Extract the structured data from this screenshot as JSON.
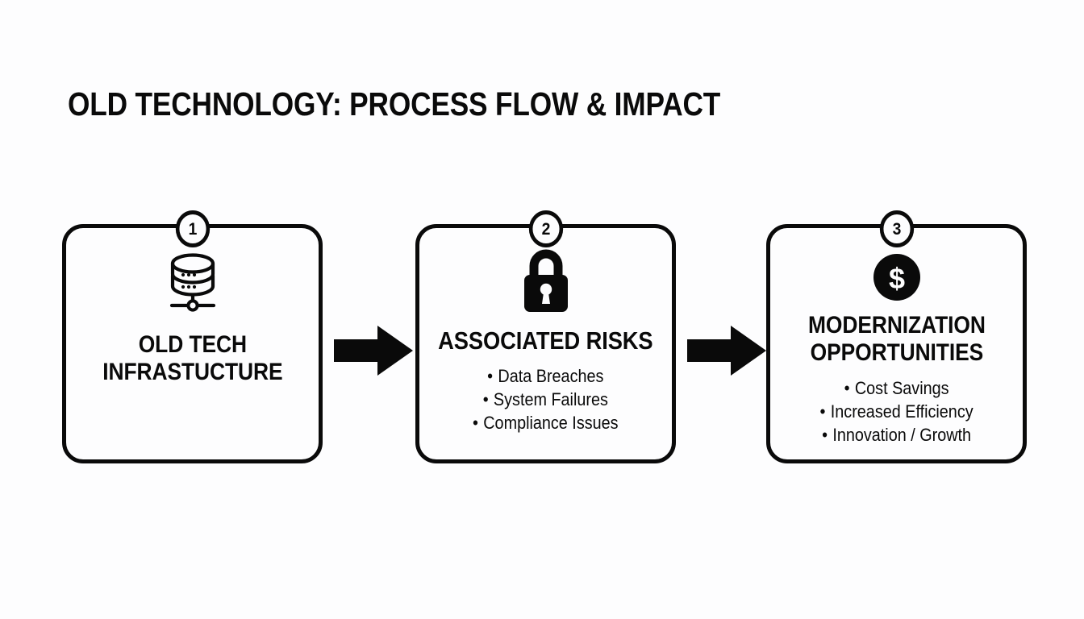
{
  "slide": {
    "title": "OLD TECHNOLOGY: PROCESS FLOW & IMPACT",
    "background_color": "#fdfdfe",
    "ink_color": "#0a0a0a"
  },
  "flow": {
    "steps": [
      {
        "number": "1",
        "icon": "database-stack-icon",
        "heading_line1": "OLD TECH",
        "heading_line2": "INFRASTUCTURE",
        "bullets": []
      },
      {
        "number": "2",
        "icon": "padlock-icon",
        "heading_line1": "ASSOCIATED RISKS",
        "heading_line2": "",
        "bullets": [
          "Data Breaches",
          "System Failures",
          "Compliance Issues"
        ]
      },
      {
        "number": "3",
        "icon": "dollar-circle-icon",
        "heading_line1": "MODERNIZATION",
        "heading_line2": "OPPORTUNITIES",
        "bullets": [
          "Cost Savings",
          "Increased Efficiency",
          "Innovation / Growth"
        ]
      }
    ],
    "connectors": [
      {
        "name": "arrow-right-icon"
      },
      {
        "name": "arrow-right-icon"
      }
    ]
  }
}
